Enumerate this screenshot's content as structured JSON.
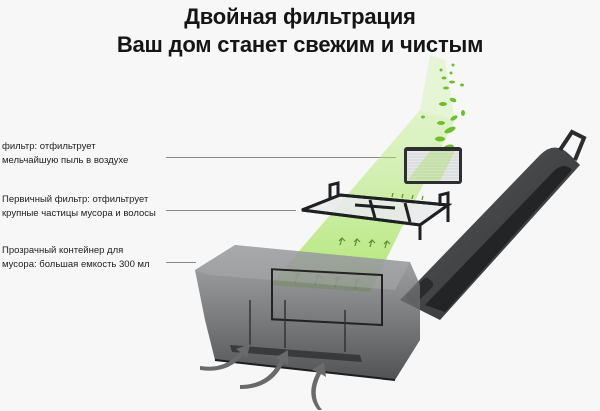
{
  "heading": {
    "line1": "Двойная фильтрация",
    "line2": "Ваш дом станет свежим и чистым"
  },
  "callouts": [
    {
      "line1": "фильтр: отфильтрует",
      "line2": "мельчайшую пыль в воздухе"
    },
    {
      "line1": "Первичный фильтр: отфильтрует",
      "line2": "крупные частицы мусора и волосы"
    },
    {
      "line1": "Прозрачный контейнер для",
      "line2": "мусора: большая емкость 300 мл"
    }
  ],
  "colors": {
    "background": "#f7f7f7",
    "accent_green": "#9be04a",
    "leaf_green": "#6cc02a",
    "container_gray": "#5e6062",
    "lid_dark": "#3a3b3d"
  }
}
